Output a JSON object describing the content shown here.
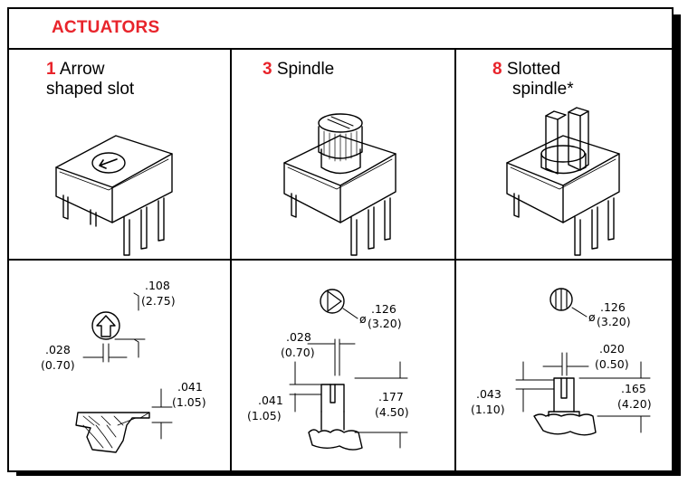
{
  "title": "ACTUATORS",
  "colors": {
    "accent": "#e8242b",
    "line": "#000000"
  },
  "actuators": [
    {
      "number": "1",
      "name_line1": "Arrow",
      "name_line2": "shaped slot",
      "dims": [
        {
          "in": ".108",
          "mm": "(2.75)"
        },
        {
          "in": ".028",
          "mm": "(0.70)"
        },
        {
          "in": ".041",
          "mm": "(1.05)"
        }
      ]
    },
    {
      "number": "3",
      "name_line1": "Spindle",
      "name_line2": "",
      "dims": [
        {
          "in": ".126",
          "mm": "(3.20)",
          "prefix": "ø"
        },
        {
          "in": ".028",
          "mm": "(0.70)"
        },
        {
          "in": ".041",
          "mm": "(1.05)"
        },
        {
          "in": ".177",
          "mm": "(4.50)"
        }
      ]
    },
    {
      "number": "8",
      "name_line1": "Slotted",
      "name_line2": "spindle*",
      "dims": [
        {
          "in": ".126",
          "mm": "(3.20)",
          "prefix": "ø"
        },
        {
          "in": ".020",
          "mm": "(0.50)"
        },
        {
          "in": ".043",
          "mm": "(1.10)"
        },
        {
          "in": ".165",
          "mm": "(4.20)"
        }
      ]
    }
  ]
}
